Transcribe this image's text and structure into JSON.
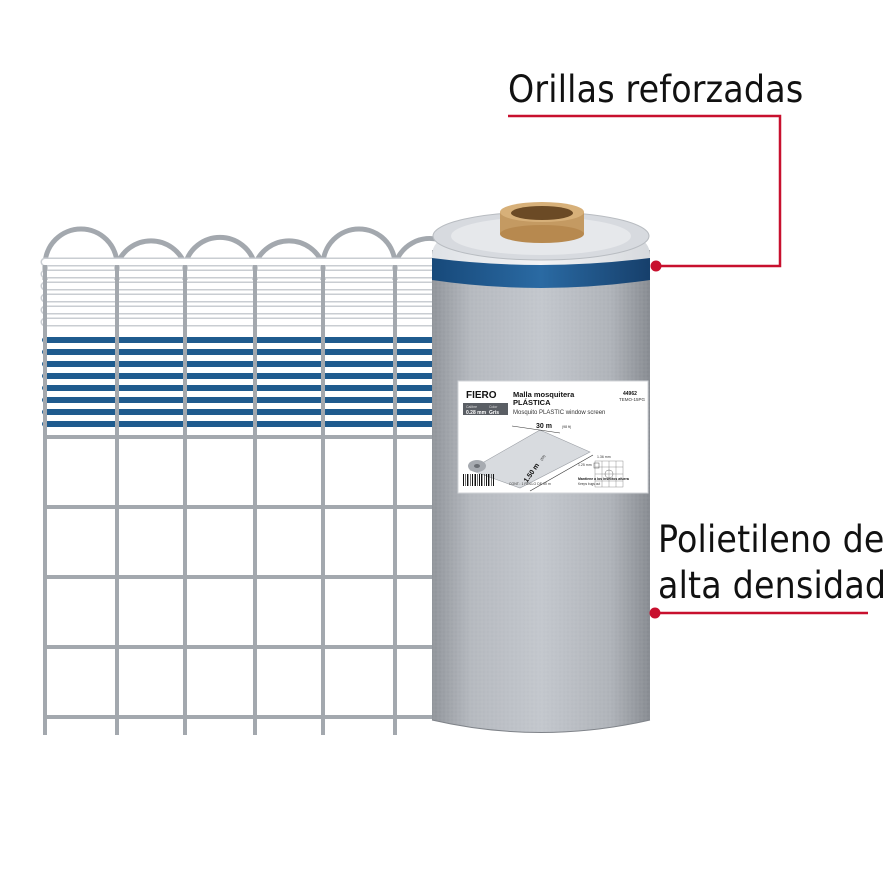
{
  "callouts": {
    "top": "Orillas reforzadas",
    "bottom_line1": "Polietileno de",
    "bottom_line2": "alta densidad"
  },
  "colors": {
    "accent_red": "#c8102e",
    "blue_band": "#1f5b8e",
    "mesh_gray": "#9ea3aa",
    "roll_gray": "#a9adb3",
    "cardboard": "#c9a06a"
  },
  "product_label": {
    "brand": "FIERO",
    "title_line1": "Malla mosquitera",
    "title_line2": "PLÁSTICA",
    "subtitle": "Mosquito PLASTIC window screen",
    "code": "44962",
    "sku": "TEMO-15PG",
    "spec1_label": "Calibre",
    "spec1_value": "0.28 mm",
    "spec2_label": "Color",
    "spec2_value": "Gris",
    "length": "30 m",
    "length_ft": "(98 ft)",
    "width": "1.50 m",
    "width_ft": "(5ft)",
    "grid_size_h": "1.36 mm",
    "grid_size_v": "1.25 mm",
    "note": "Mantiene a los insectos afuera",
    "note_en": "Keeps bugs out",
    "content": "CONT.: 1 ROLLO DE 30 m"
  }
}
